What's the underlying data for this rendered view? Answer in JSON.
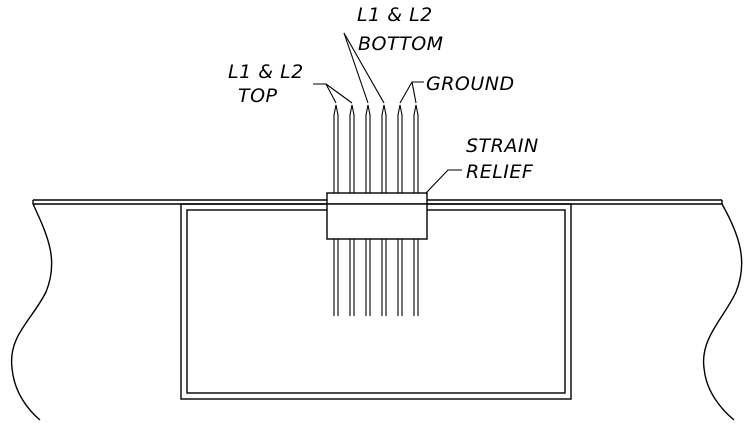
{
  "labels": {
    "l1_l2_bottom_line1": "L1 & L2",
    "l1_l2_bottom_line2": "BOTTOM",
    "l1_l2_top_line1": "L1 & L2",
    "l1_l2_top_line2": "TOP",
    "ground": "GROUND",
    "strain_relief_line1": "STRAIN",
    "strain_relief_line2": "RELIEF"
  }
}
